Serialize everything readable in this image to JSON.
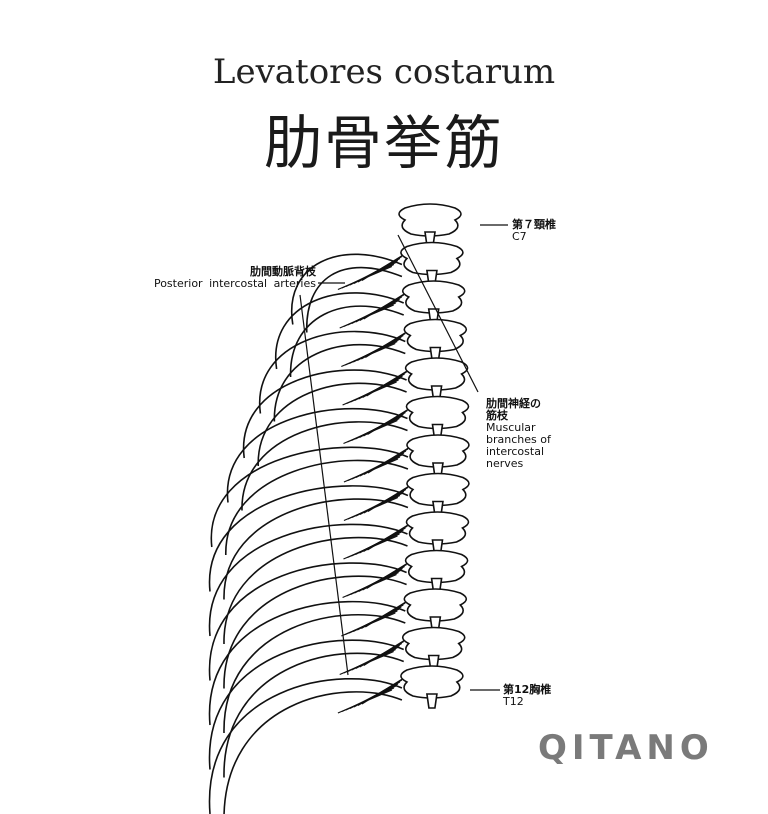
{
  "title": {
    "english": "Levatores costarum",
    "japanese": "肋骨挙筋"
  },
  "labels": {
    "c7": {
      "ja": "第７頸椎",
      "en": "C7"
    },
    "arteries": {
      "ja": "肋間動脈背枝",
      "en": "Posterior intercostal arteries"
    },
    "nerves": {
      "ja_line1": "肋間神経の",
      "ja_line2": "筋枝",
      "en_lines": [
        "Muscular",
        "branches of",
        "intercostal",
        "nerves"
      ]
    },
    "t12": {
      "ja": "第12胸椎",
      "en": "T12"
    }
  },
  "logo": "QITANO"
}
